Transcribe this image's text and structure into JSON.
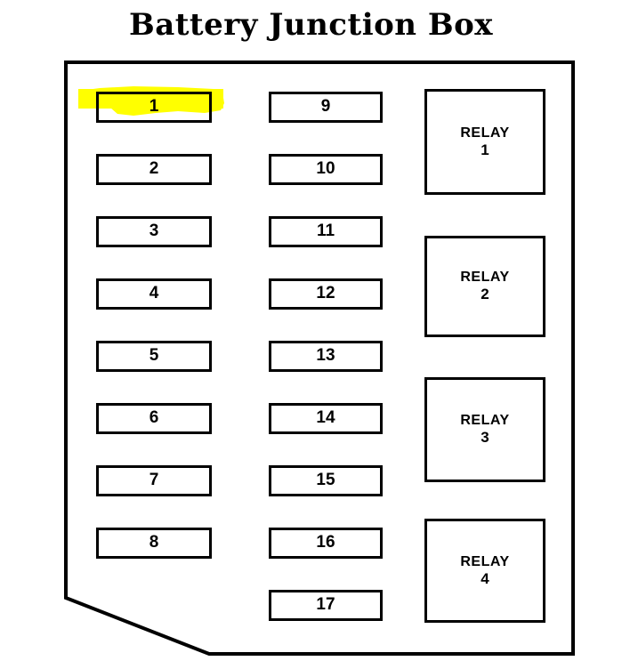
{
  "title": "Battery Junction Box",
  "diagram": {
    "kind": "fuse-box-layout",
    "outline": {
      "description": "Battery junction box outer boundary with chamfered bottom-left corner",
      "stroke_color": "#000000"
    },
    "highlight": {
      "target": "1",
      "color": "#ffff00",
      "description": "yellow marker highlight over fuse 1"
    },
    "columns": [
      {
        "name": "fuse-column-left",
        "cells": [
          {
            "label": "1",
            "highlighted": true
          },
          {
            "label": "2",
            "highlighted": false
          },
          {
            "label": "3",
            "highlighted": false
          },
          {
            "label": "4",
            "highlighted": false
          },
          {
            "label": "5",
            "highlighted": false
          },
          {
            "label": "6",
            "highlighted": false
          },
          {
            "label": "7",
            "highlighted": false
          },
          {
            "label": "8",
            "highlighted": false
          }
        ]
      },
      {
        "name": "fuse-column-middle",
        "cells": [
          {
            "label": "9",
            "highlighted": false
          },
          {
            "label": "10",
            "highlighted": false
          },
          {
            "label": "11",
            "highlighted": false
          },
          {
            "label": "12",
            "highlighted": false
          },
          {
            "label": "13",
            "highlighted": false
          },
          {
            "label": "14",
            "highlighted": false
          },
          {
            "label": "15",
            "highlighted": false
          },
          {
            "label": "16",
            "highlighted": false
          },
          {
            "label": "17",
            "highlighted": false
          }
        ]
      }
    ],
    "relays": [
      {
        "word": "RELAY",
        "number": "1"
      },
      {
        "word": "RELAY",
        "number": "2"
      },
      {
        "word": "RELAY",
        "number": "3"
      },
      {
        "word": "RELAY",
        "number": "4"
      }
    ]
  }
}
